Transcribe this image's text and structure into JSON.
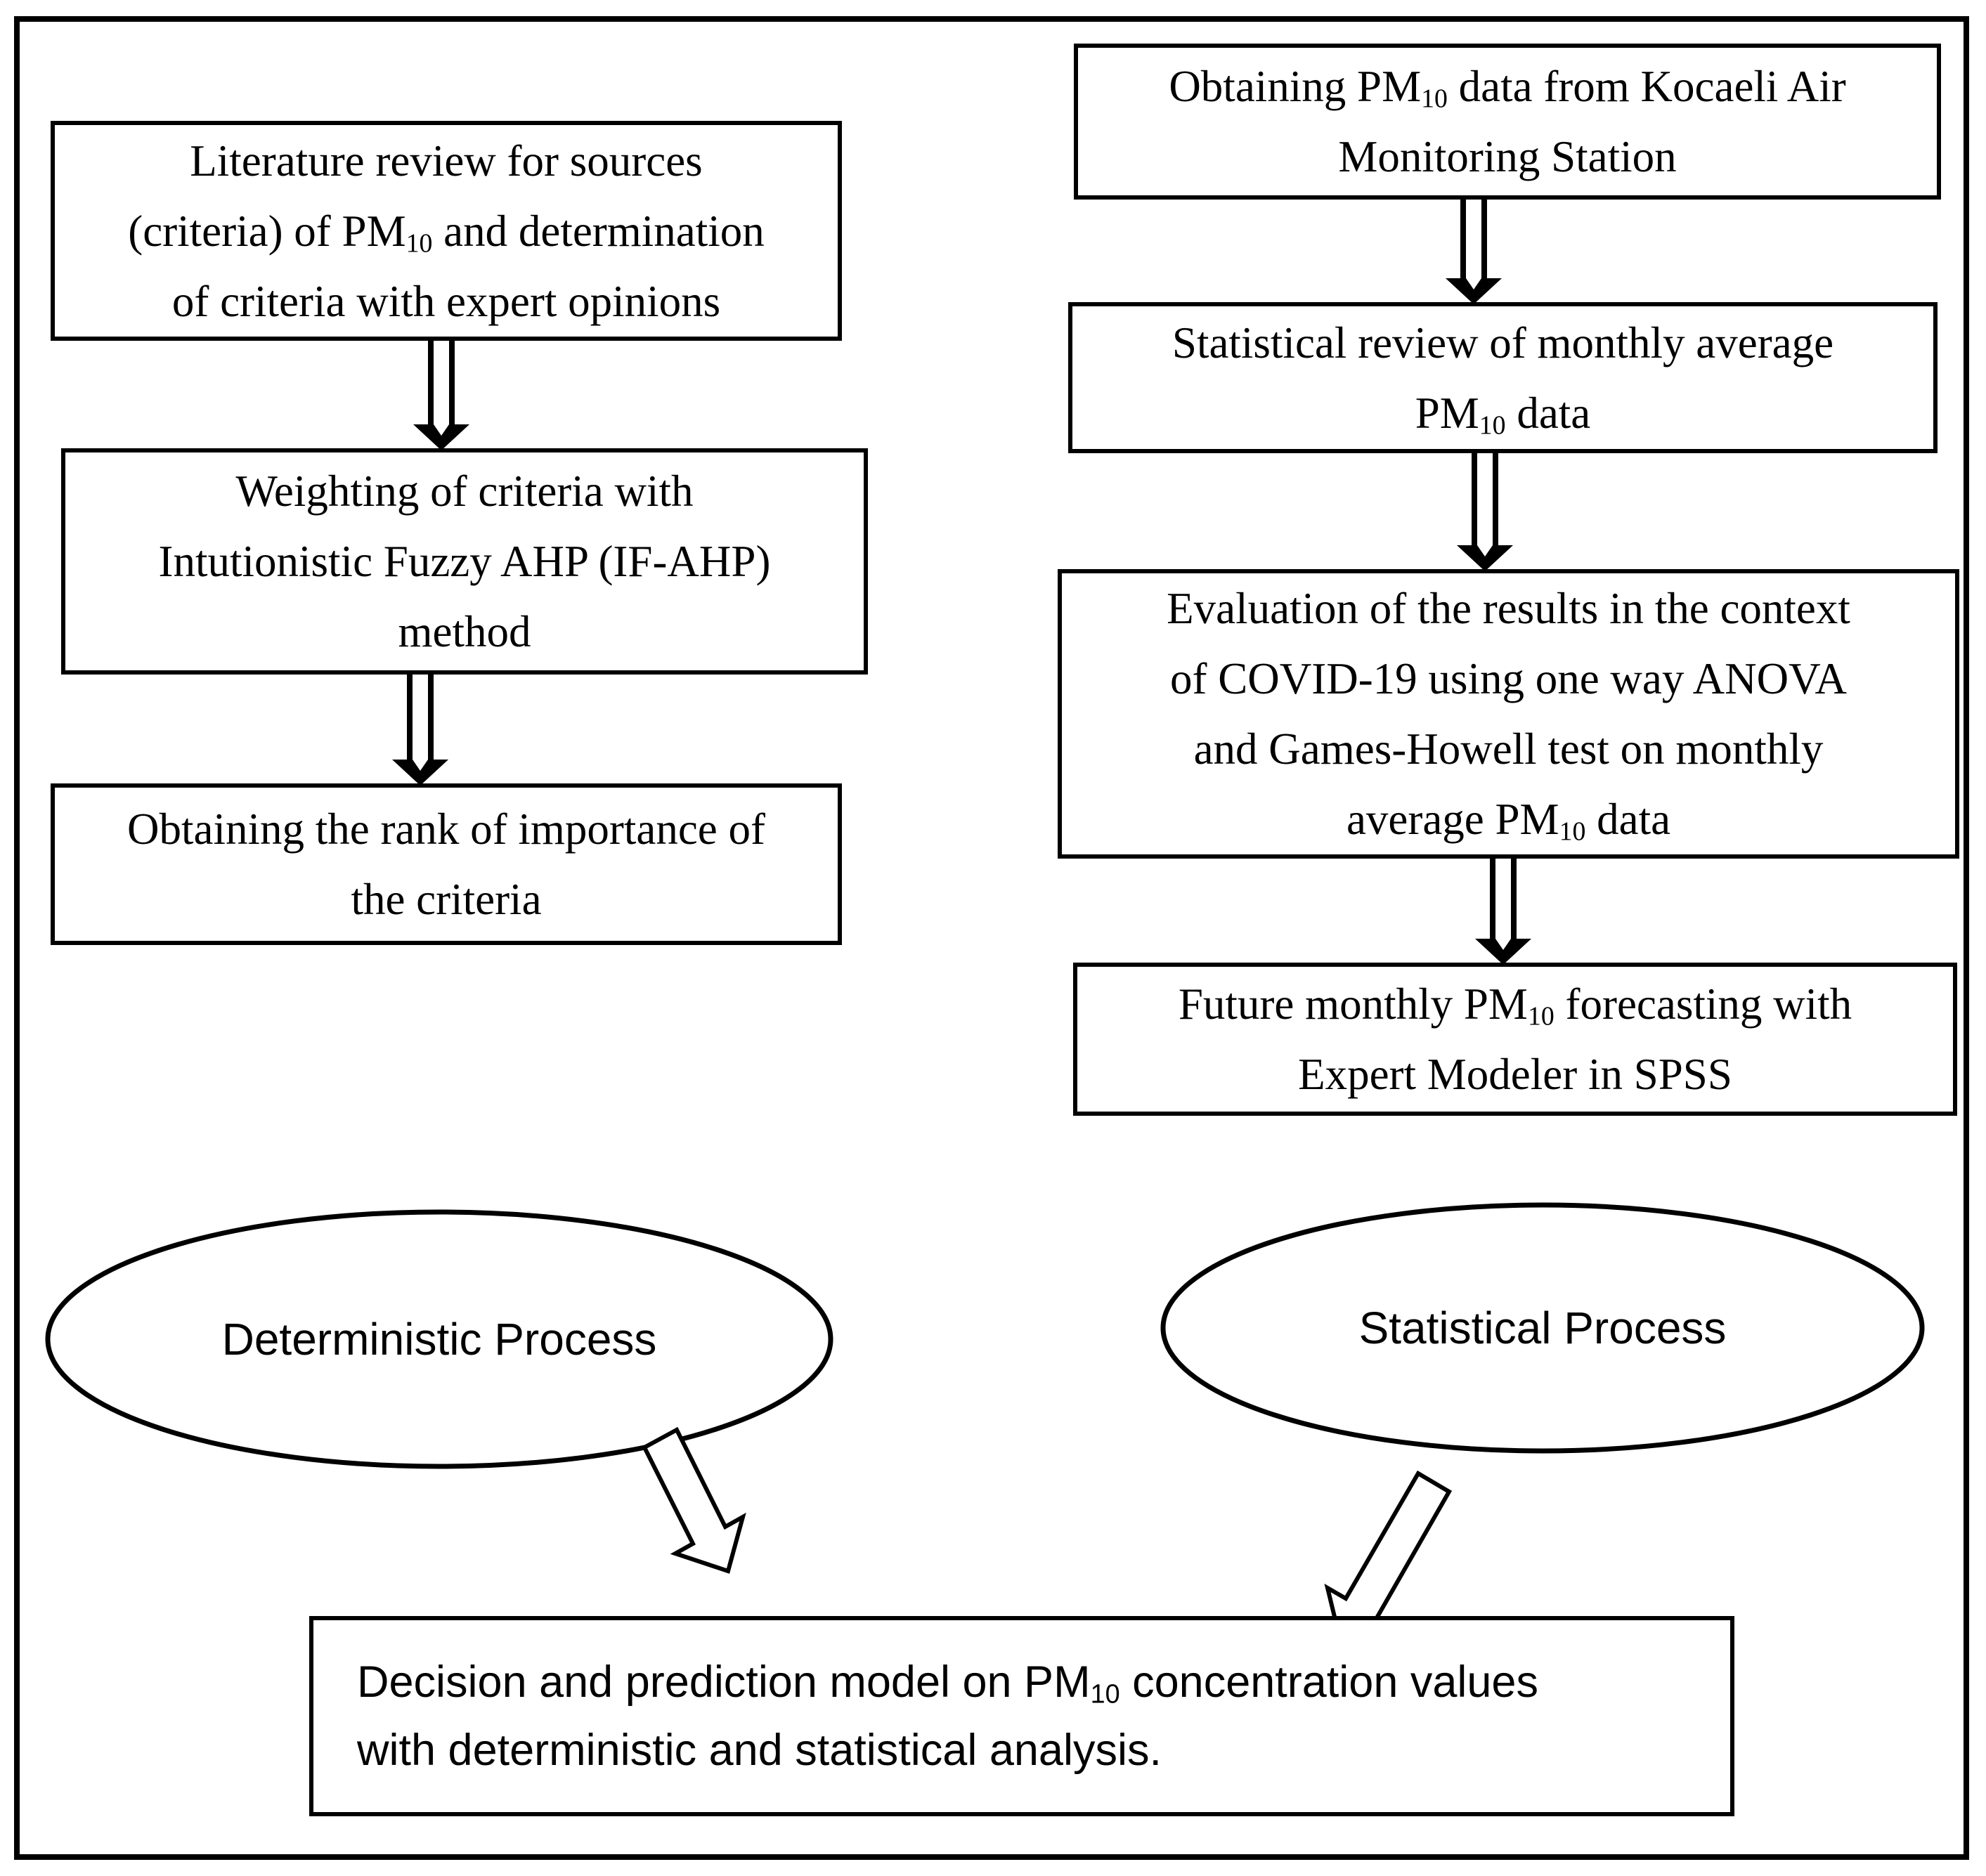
{
  "colors": {
    "ink": "#000000",
    "background": "#ffffff"
  },
  "boxes": {
    "l1": {
      "lines": [
        [
          {
            "t": "Literature review for sources"
          }
        ],
        [
          {
            "t": "(criteria) of PM"
          },
          {
            "t": "10",
            "sub": true
          },
          {
            "t": " and determination"
          }
        ],
        [
          {
            "t": "of criteria with expert opinions"
          }
        ]
      ]
    },
    "l2": {
      "lines": [
        [
          {
            "t": "Weighting of criteria with"
          }
        ],
        [
          {
            "t": "Intutionistic Fuzzy AHP (IF-AHP)"
          }
        ],
        [
          {
            "t": "method"
          }
        ]
      ]
    },
    "l3": {
      "lines": [
        [
          {
            "t": "Obtaining the rank of importance of"
          }
        ],
        [
          {
            "t": "the criteria"
          }
        ]
      ]
    },
    "r1": {
      "lines": [
        [
          {
            "t": "Obtaining PM"
          },
          {
            "t": "10",
            "sub": true
          },
          {
            "t": " data from Kocaeli Air"
          }
        ],
        [
          {
            "t": "Monitoring Station"
          }
        ]
      ]
    },
    "r2": {
      "lines": [
        [
          {
            "t": "Statistical review of monthly average"
          }
        ],
        [
          {
            "t": "PM"
          },
          {
            "t": "10",
            "sub": true
          },
          {
            "t": " data"
          }
        ]
      ]
    },
    "r3": {
      "lines": [
        [
          {
            "t": "Evaluation of the results in the context"
          }
        ],
        [
          {
            "t": "of COVID-19 using one way ANOVA"
          }
        ],
        [
          {
            "t": "and Games-Howell test on monthly"
          }
        ],
        [
          {
            "t": "average PM"
          },
          {
            "t": "10",
            "sub": true
          },
          {
            "t": " data"
          }
        ]
      ]
    },
    "r4": {
      "lines": [
        [
          {
            "t": "Future monthly PM"
          },
          {
            "t": "10",
            "sub": true
          },
          {
            "t": " forecasting with"
          }
        ],
        [
          {
            "t": "Expert Modeler in SPSS"
          }
        ]
      ]
    },
    "bottom": {
      "lines": [
        [
          {
            "t": "Decision and prediction model on PM"
          },
          {
            "t": "10",
            "sub": true
          },
          {
            "t": " concentration values"
          }
        ],
        [
          {
            "t": "with deterministic and statistical analysis."
          }
        ]
      ]
    }
  },
  "ellipses": {
    "left": {
      "label": "Deterministic Process"
    },
    "right": {
      "label": "Statistical Process"
    }
  }
}
